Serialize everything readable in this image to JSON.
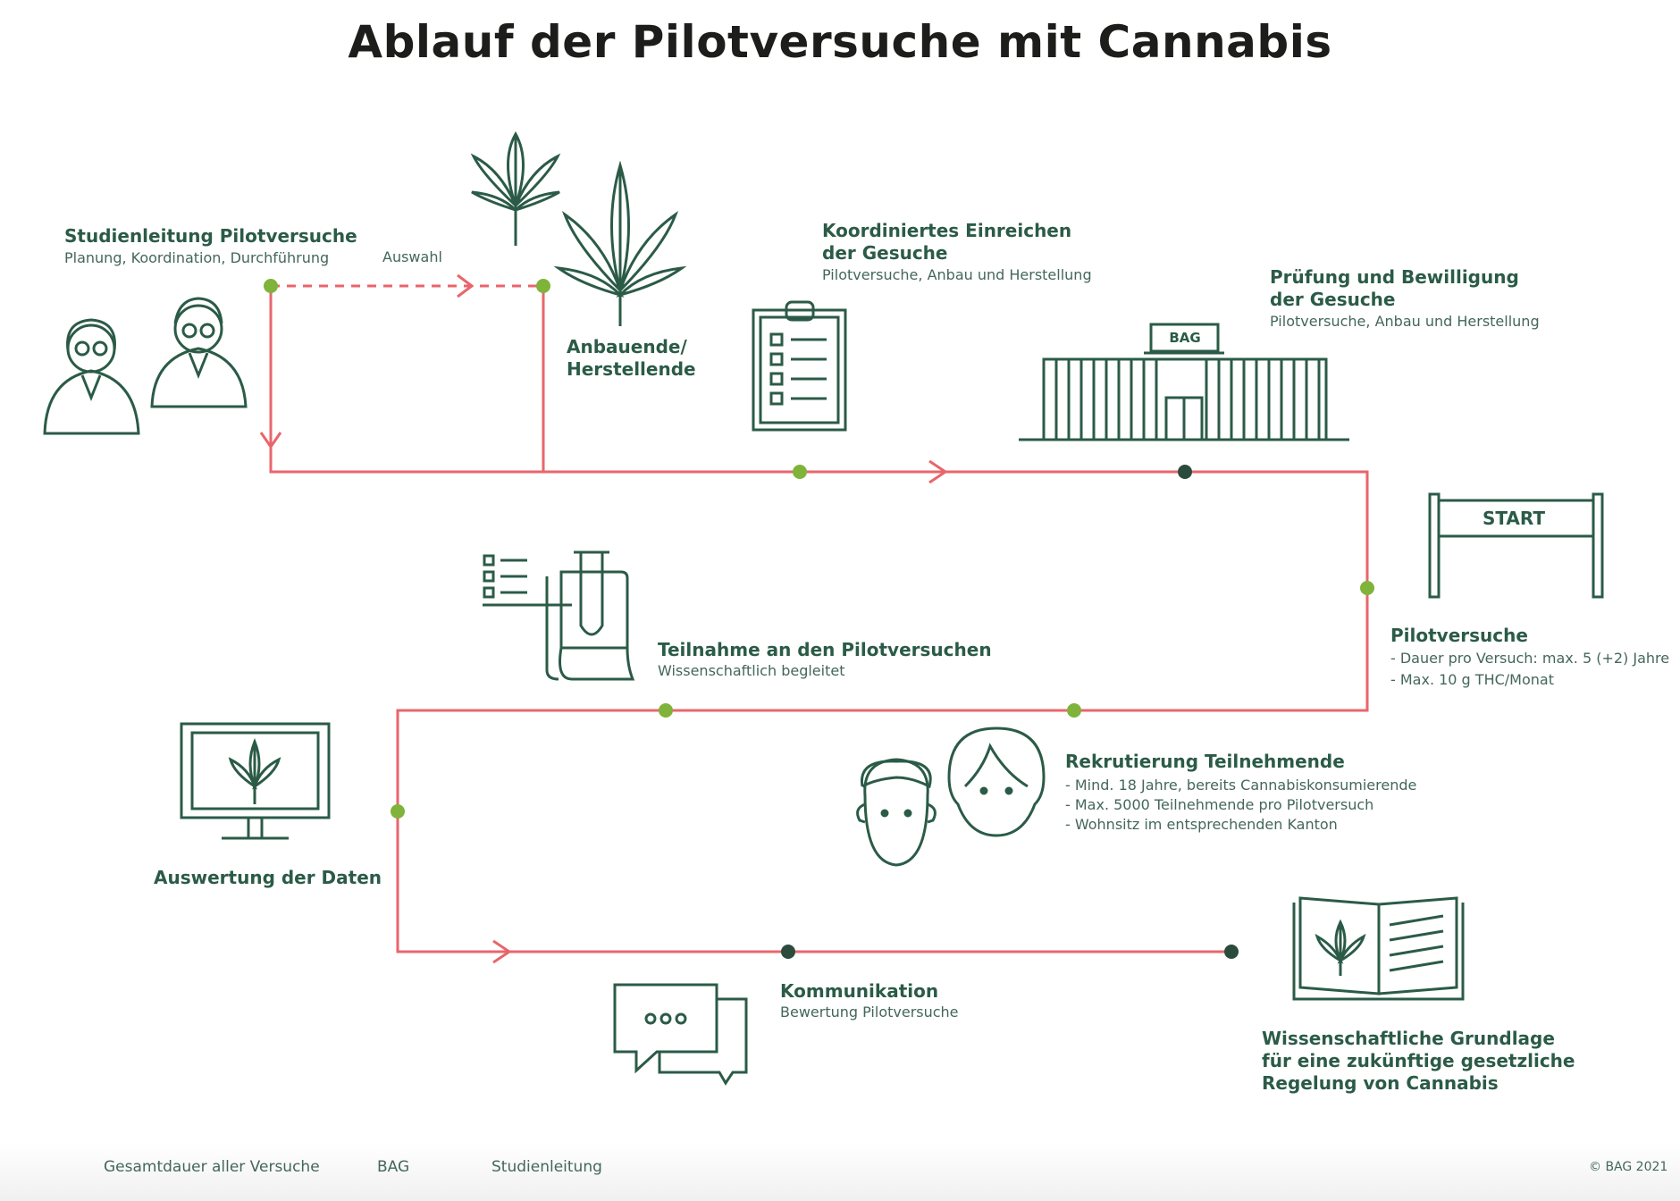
{
  "title": "Ablauf der Pilotversuche mit Cannabis",
  "colors": {
    "timeline": "#e8666b",
    "bag_dot": "#2b4b3c",
    "studienleitung_dot": "#7fb33a",
    "icon": "#2b5b47"
  },
  "steps": {
    "studienleitung": {
      "title": "Studienleitung Pilotversuche",
      "sub": "Planung, Koordination, Durchführung",
      "icon": "researchers-icon"
    },
    "auswahl": {
      "label": "Auswahl"
    },
    "anbauende": {
      "title": "Anbauende/\nHerstellende",
      "icon": "cannabis-leaf-icon"
    },
    "einreichen": {
      "title": "Koordiniertes Einreichen\nder Gesuche",
      "sub": "Pilotversuche, Anbau und Herstellung",
      "icon": "clipboard-icon"
    },
    "pruefung": {
      "title": "Prüfung und Bewilligung\nder Gesuche",
      "sub": "Pilotversuche, Anbau und Herstellung",
      "icon": "building-icon",
      "building_label": "BAG"
    },
    "pilotversuche": {
      "title": "Pilotversuche",
      "lines": [
        "- Dauer pro Versuch: max. 5 (+2) Jahre",
        "- Max. 10 g THC/Monat"
      ],
      "icon": "start-gate-icon",
      "gate_label": "START"
    },
    "teilnahme": {
      "title": "Teilnahme an den Pilotversuchen",
      "sub": "Wissenschaftlich begleitet",
      "icon": "lab-document-icon"
    },
    "rekrutierung": {
      "title": "Rekrutierung Teilnehmende",
      "lines": [
        "- Mind. 18 Jahre, bereits Cannabiskonsumierende",
        "- Max. 5000 Teilnehmende pro Pilotversuch",
        "- Wohnsitz im entsprechenden Kanton"
      ],
      "icon": "people-faces-icon"
    },
    "auswertung": {
      "title": "Auswertung der Daten",
      "icon": "monitor-icon"
    },
    "kommunikation": {
      "title": "Kommunikation",
      "sub": "Bewertung Pilotversuche",
      "icon": "chat-bubbles-icon"
    },
    "grundlage": {
      "title": "Wissenschaftliche Grundlage\nfür eine zukünftige gesetzliche\nRegelung von Cannabis",
      "icon": "open-book-icon"
    }
  },
  "legend": {
    "line_label": "Gesamtdauer aller Versuche",
    "bag_label": "BAG",
    "studienleitung_label": "Studienleitung"
  },
  "copyright": "© BAG 2021"
}
